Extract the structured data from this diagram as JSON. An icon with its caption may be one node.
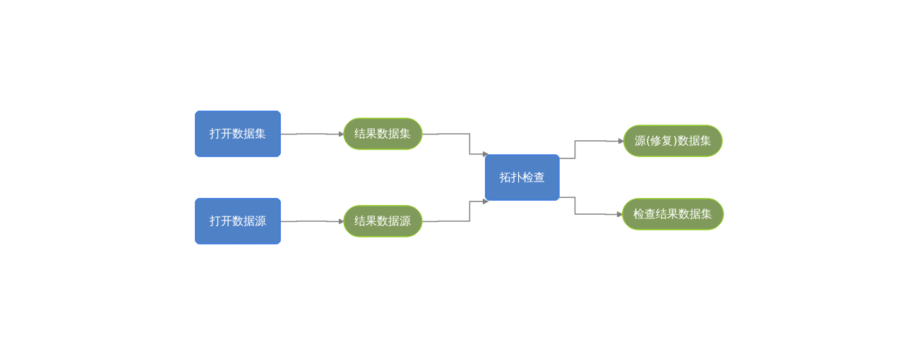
{
  "diagram": {
    "nodes": [
      {
        "text": [
          "打开数据集"
        ]
      },
      {
        "text": [
          "结果数据集"
        ]
      },
      {
        "text": [
          "拓扑检查"
        ]
      },
      {
        "text": [
          "打开数据源"
        ]
      },
      {
        "text": [
          "结果数据源"
        ]
      },
      {
        "text": [
          "源(修复)数据集"
        ]
      },
      {
        "text": [
          "检查结果数据集"
        ]
      }
    ],
    "edges": [
      {
        "from": 0,
        "to": 1,
        "arrow": "to"
      },
      {
        "from": 1,
        "to": 2,
        "arrow": "to"
      },
      {
        "from": 3,
        "to": 4,
        "arrow": "to"
      },
      {
        "from": 4,
        "to": 2,
        "arrow": "to"
      },
      {
        "from": 2,
        "to": 5,
        "arrow": "to"
      },
      {
        "from": 2,
        "to": 6,
        "arrow": "to"
      }
    ]
  }
}
